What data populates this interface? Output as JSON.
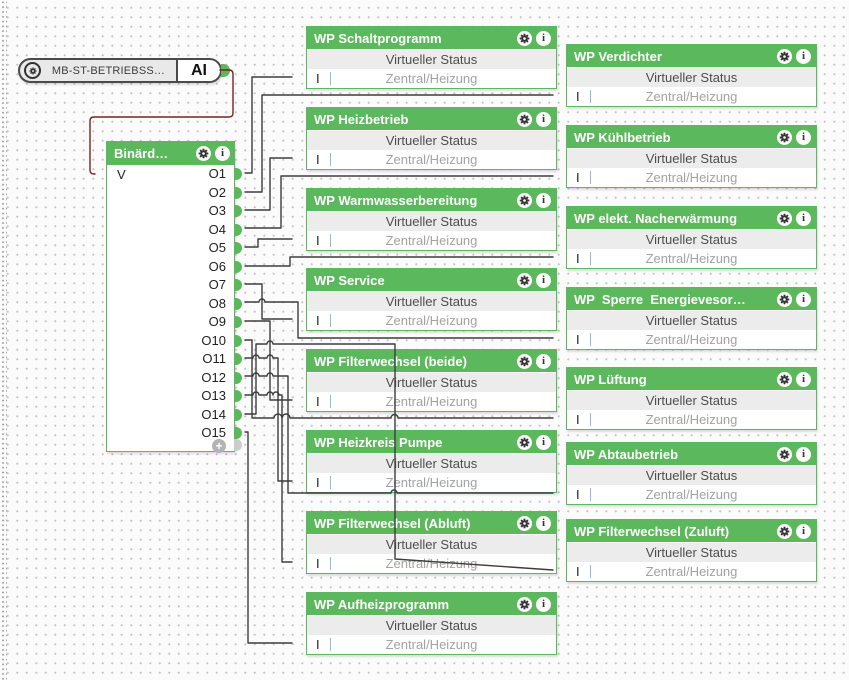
{
  "colors": {
    "accent_green": "#5cb85c",
    "wire": "#3c3c3c",
    "wire_signal": "#772323",
    "pin_orange": "#f5a843",
    "row_gray": "#ececec",
    "status_text": "#4d4d4d",
    "category_text": "#a2a2a2"
  },
  "source_node": {
    "label": "MB-ST-BETRIEBSS…",
    "port_label": "AI"
  },
  "decoder": {
    "title": "Binärd…",
    "input_label": "V",
    "output_labels": [
      "O1",
      "O2",
      "O3",
      "O4",
      "O5",
      "O6",
      "O7",
      "O8",
      "O9",
      "O10",
      "O11",
      "O12",
      "O13",
      "O14",
      "O15"
    ],
    "add_label": "+"
  },
  "block_defaults": {
    "status_row": "Virtueller Status",
    "category_row": "Zentral/Heizung",
    "input_label": "I"
  },
  "blocks": [
    {
      "title": "WP Schaltprogramm",
      "column": "left"
    },
    {
      "title": "WP Heizbetrieb",
      "column": "left"
    },
    {
      "title": "WP Warmwasserbereitung",
      "column": "left"
    },
    {
      "title": "WP Service",
      "column": "left"
    },
    {
      "title": "WP Filterwechsel (beide)",
      "column": "left"
    },
    {
      "title": "WP Heizkreis Pumpe",
      "column": "left"
    },
    {
      "title": "WP Filterwechsel (Abluft)",
      "column": "left"
    },
    {
      "title": "WP Aufheizprogramm",
      "column": "left"
    },
    {
      "title": "WP Verdichter",
      "column": "right"
    },
    {
      "title": "WP Kühlbetrieb",
      "column": "right"
    },
    {
      "title": "WP elekt. Nacherwärmung",
      "column": "right"
    },
    {
      "title": "WP  Sperre  Energievesor…",
      "column": "right"
    },
    {
      "title": "WP Lüftung",
      "column": "right"
    },
    {
      "title": "WP Abtaubetrieb",
      "column": "right"
    },
    {
      "title": "WP Filterwechsel (Zuluft)",
      "column": "right"
    }
  ],
  "connections": [
    {
      "from": "MB-ST-BETRIEBSS… AI",
      "to": "Binärd… V"
    },
    {
      "from": "O1",
      "to": "WP Schaltprogramm I"
    },
    {
      "from": "O2",
      "to": "WP Verdichter I"
    },
    {
      "from": "O3",
      "to": "WP Heizbetrieb I"
    },
    {
      "from": "O4",
      "to": "WP Kühlbetrieb I"
    },
    {
      "from": "O5",
      "to": "WP Warmwasserbereitung I"
    },
    {
      "from": "O6",
      "to": "WP elekt. Nacherwärmung I"
    },
    {
      "from": "O7",
      "to": "WP Service I"
    },
    {
      "from": "O8",
      "to": "WP  Sperre  Energievesor… I"
    },
    {
      "from": "O9",
      "to": "WP Filterwechsel (beide) I"
    },
    {
      "from": "O10",
      "to": "WP Lüftung I"
    },
    {
      "from": "O11",
      "to": "WP Heizkreis Pumpe I"
    },
    {
      "from": "O12",
      "to": "WP Abtaubetrieb I"
    },
    {
      "from": "O13",
      "to": "WP Filterwechsel (Abluft) I"
    },
    {
      "from": "O14",
      "to": "WP Filterwechsel (Zuluft) I"
    },
    {
      "from": "O15",
      "to": "WP Aufheizprogramm I"
    }
  ]
}
